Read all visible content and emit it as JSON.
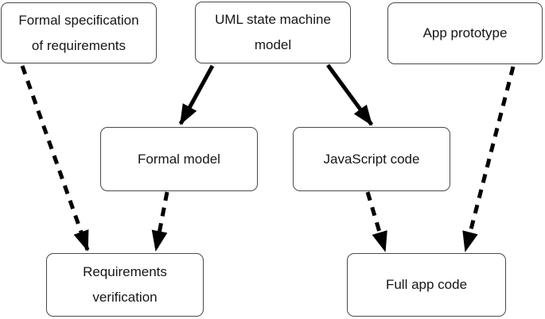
{
  "diagram": {
    "nodes": [
      {
        "id": "formal-spec",
        "label": "Formal specification\nof requirements"
      },
      {
        "id": "uml-model",
        "label": "UML state machine\nmodel"
      },
      {
        "id": "app-prototype",
        "label": "App prototype"
      },
      {
        "id": "formal-model",
        "label": "Formal model"
      },
      {
        "id": "js-code",
        "label": "JavaScript code"
      },
      {
        "id": "req-verif",
        "label": "Requirements\nverification"
      },
      {
        "id": "full-app",
        "label": "Full app code"
      }
    ],
    "edges": [
      {
        "from": "uml-model",
        "to": "formal-model",
        "style": "solid"
      },
      {
        "from": "uml-model",
        "to": "js-code",
        "style": "solid"
      },
      {
        "from": "formal-spec",
        "to": "req-verif",
        "style": "dashed"
      },
      {
        "from": "formal-model",
        "to": "req-verif",
        "style": "dashed"
      },
      {
        "from": "js-code",
        "to": "full-app",
        "style": "dashed"
      },
      {
        "from": "app-prototype",
        "to": "full-app",
        "style": "dashed"
      }
    ],
    "colors": {
      "background": "#ffffff",
      "box_fill": "#ffffff",
      "box_border": "#4a4a4a",
      "text": "#161616",
      "arrow": "#000000"
    }
  }
}
